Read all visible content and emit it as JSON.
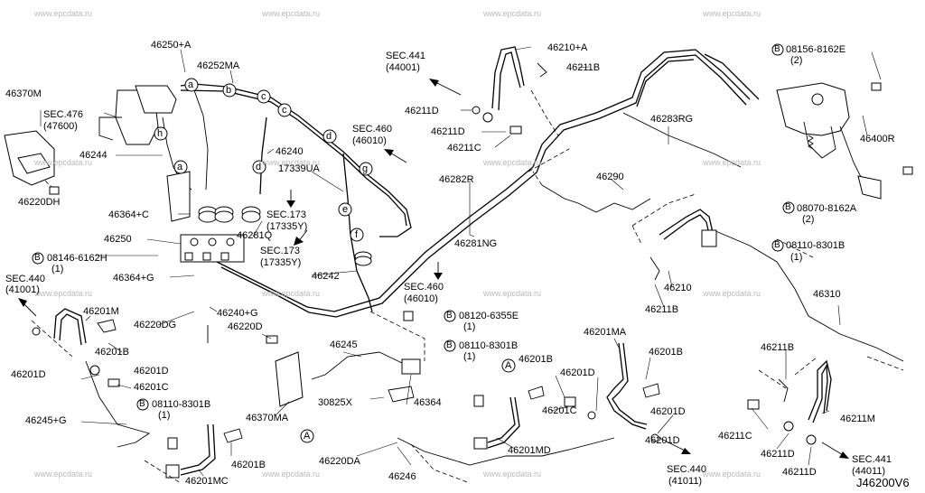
{
  "watermarks": [
    "www.epcdata.ru"
  ],
  "diagram_code": "J46200V6",
  "labels": [
    {
      "id": "l1",
      "text": "46250+A"
    },
    {
      "id": "l2",
      "text": "46252MA"
    },
    {
      "id": "l3",
      "text": "46370M"
    },
    {
      "id": "l4",
      "text": "SEC.476"
    },
    {
      "id": "l5",
      "text": "(47600)"
    },
    {
      "id": "l6",
      "text": "46244"
    },
    {
      "id": "l7",
      "text": "46240"
    },
    {
      "id": "l8",
      "text": "17339UA"
    },
    {
      "id": "l9",
      "text": "SEC.460"
    },
    {
      "id": "l10",
      "text": "(46010)"
    },
    {
      "id": "l11",
      "text": "SEC.441"
    },
    {
      "id": "l12",
      "text": "(44001)"
    },
    {
      "id": "l13",
      "text": "46210+A"
    },
    {
      "id": "l14",
      "text": "46211B"
    },
    {
      "id": "l15",
      "text": "46211D"
    },
    {
      "id": "l16",
      "text": "46211D"
    },
    {
      "id": "l17",
      "text": "46211C"
    },
    {
      "id": "l18",
      "text": "46283RG"
    },
    {
      "id": "l19",
      "text": "08156-8162E"
    },
    {
      "id": "l20",
      "text": "(2)"
    },
    {
      "id": "l21",
      "text": "46400R"
    },
    {
      "id": "l22",
      "text": "46220DH"
    },
    {
      "id": "l23",
      "text": "46364+C"
    },
    {
      "id": "l24",
      "text": "SEC.173"
    },
    {
      "id": "l25",
      "text": "(17335Y)"
    },
    {
      "id": "l26",
      "text": "46281Q"
    },
    {
      "id": "l27",
      "text": "46250"
    },
    {
      "id": "l28",
      "text": "SEC.173"
    },
    {
      "id": "l29",
      "text": "(17335Y)"
    },
    {
      "id": "l30",
      "text": "46282R"
    },
    {
      "id": "l31",
      "text": "46290"
    },
    {
      "id": "l32",
      "text": "46281NG"
    },
    {
      "id": "l33",
      "text": "08070-8162A"
    },
    {
      "id": "l34",
      "text": "(2)"
    },
    {
      "id": "l35",
      "text": "08146-6162H"
    },
    {
      "id": "l36",
      "text": "(1)"
    },
    {
      "id": "l37",
      "text": "46364+G"
    },
    {
      "id": "l38",
      "text": "46242"
    },
    {
      "id": "l39",
      "text": "SEC.460"
    },
    {
      "id": "l40",
      "text": "(46010)"
    },
    {
      "id": "l41",
      "text": "08110-8301B"
    },
    {
      "id": "l42",
      "text": "(1)"
    },
    {
      "id": "l43",
      "text": "SEC.440"
    },
    {
      "id": "l44",
      "text": "(41001)"
    },
    {
      "id": "l45",
      "text": "46210"
    },
    {
      "id": "l46",
      "text": "46211B"
    },
    {
      "id": "l47",
      "text": "46310"
    },
    {
      "id": "l48",
      "text": "46201M"
    },
    {
      "id": "l49",
      "text": "46240+G"
    },
    {
      "id": "l50",
      "text": "46220DG"
    },
    {
      "id": "l51",
      "text": "08120-6355E"
    },
    {
      "id": "l52",
      "text": "(1)"
    },
    {
      "id": "l53",
      "text": "46220D"
    },
    {
      "id": "l54",
      "text": "46201B"
    },
    {
      "id": "l55",
      "text": "46245"
    },
    {
      "id": "l56",
      "text": "08110-8301B"
    },
    {
      "id": "l57",
      "text": "(1)"
    },
    {
      "id": "l58",
      "text": "46201MA"
    },
    {
      "id": "l59",
      "text": "46201B"
    },
    {
      "id": "l60",
      "text": "46211B"
    },
    {
      "id": "l61",
      "text": "46201D"
    },
    {
      "id": "l62",
      "text": "46201B"
    },
    {
      "id": "l63",
      "text": "46201D"
    },
    {
      "id": "l64",
      "text": "46201C"
    },
    {
      "id": "l65",
      "text": "46201D"
    },
    {
      "id": "l66",
      "text": "08110-8301B"
    },
    {
      "id": "l67",
      "text": "(1)"
    },
    {
      "id": "l68",
      "text": "30825X"
    },
    {
      "id": "l69",
      "text": "46364"
    },
    {
      "id": "l70",
      "text": "46370MA"
    },
    {
      "id": "l71",
      "text": "46201C"
    },
    {
      "id": "l72",
      "text": "46201D"
    },
    {
      "id": "l73",
      "text": "46211M"
    },
    {
      "id": "l74",
      "text": "46211C"
    },
    {
      "id": "l75",
      "text": "46211D"
    },
    {
      "id": "l76",
      "text": "46245+G"
    },
    {
      "id": "l77",
      "text": "46201MD"
    },
    {
      "id": "l78",
      "text": "46220DA"
    },
    {
      "id": "l79",
      "text": "46201B"
    },
    {
      "id": "l80",
      "text": "46201MC"
    },
    {
      "id": "l81",
      "text": "46246"
    },
    {
      "id": "l82",
      "text": "SEC.440"
    },
    {
      "id": "l83",
      "text": "(41011)"
    },
    {
      "id": "l84",
      "text": "46211D"
    },
    {
      "id": "l85",
      "text": "SEC.441"
    },
    {
      "id": "l86",
      "text": "(44011)"
    },
    {
      "id": "l87",
      "text": "46201D"
    }
  ],
  "circle_letters": [
    "a",
    "b",
    "c",
    "d",
    "e",
    "f",
    "g",
    "h",
    "A"
  ],
  "bolt_symbol": "B"
}
